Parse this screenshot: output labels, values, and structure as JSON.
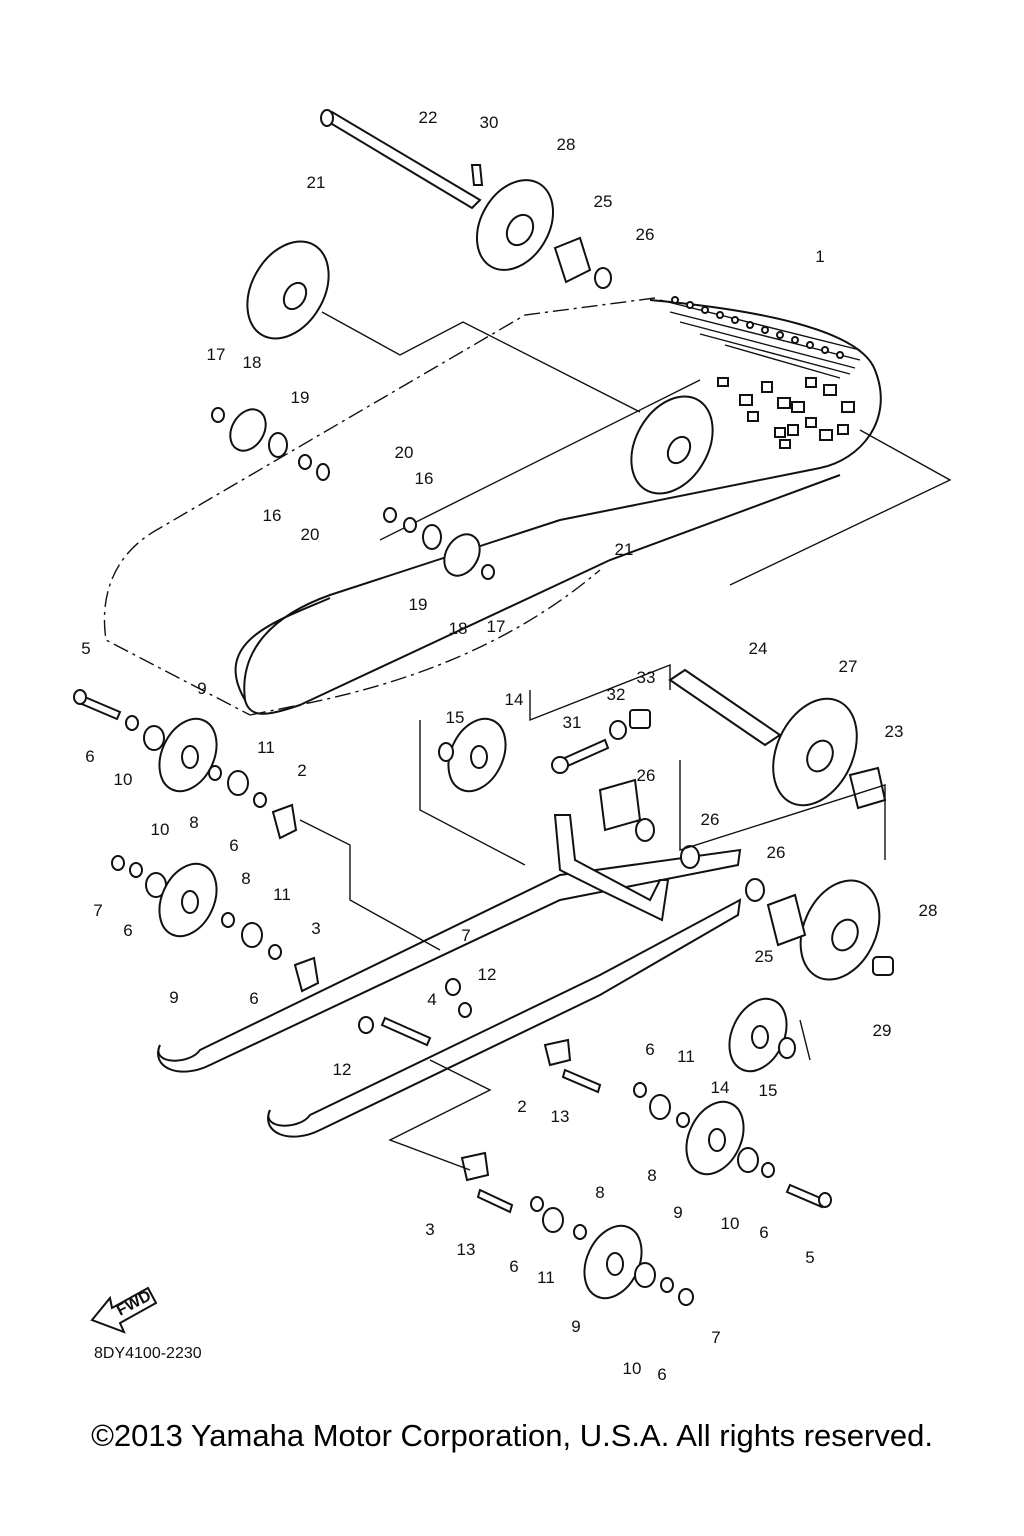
{
  "diagram": {
    "part_code": "8DY4100-2230",
    "fwd_label": "FWD",
    "labels": [
      "22",
      "30",
      "28",
      "21",
      "25",
      "26",
      "1",
      "17",
      "18",
      "19",
      "16",
      "20",
      "20",
      "16",
      "21",
      "19",
      "18",
      "17",
      "5",
      "9",
      "24",
      "27",
      "33",
      "32",
      "31",
      "15",
      "14",
      "6",
      "10",
      "11",
      "2",
      "23",
      "26",
      "8",
      "6",
      "10",
      "26",
      "26",
      "7",
      "6",
      "8",
      "11",
      "3",
      "9",
      "28",
      "25",
      "6",
      "7",
      "12",
      "4",
      "12",
      "29",
      "14",
      "15",
      "6",
      "11",
      "2",
      "13",
      "8",
      "9",
      "10",
      "6",
      "5",
      "3",
      "13",
      "6",
      "11",
      "8",
      "9",
      "10",
      "6",
      "7"
    ]
  },
  "footer": {
    "copyright": "©2013 Yamaha Motor Corporation, U.S.A. All rights reserved."
  }
}
